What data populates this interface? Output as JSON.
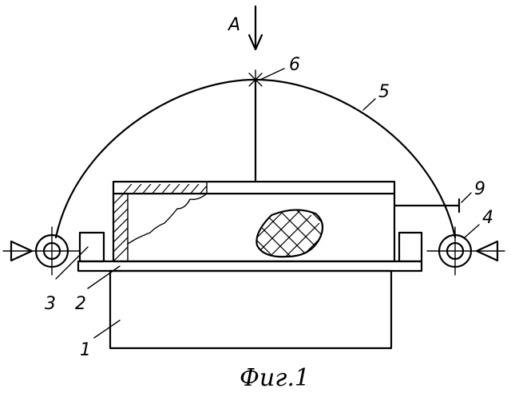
{
  "labels": {
    "view_arrow": "A",
    "part_1": "1",
    "part_2": "2",
    "part_3": "3",
    "part_4": "4",
    "part_5": "5",
    "part_6": "6",
    "part_9": "9"
  },
  "caption": "Фиг.1",
  "colors": {
    "ink": "#000000",
    "background": "#ffffff"
  }
}
